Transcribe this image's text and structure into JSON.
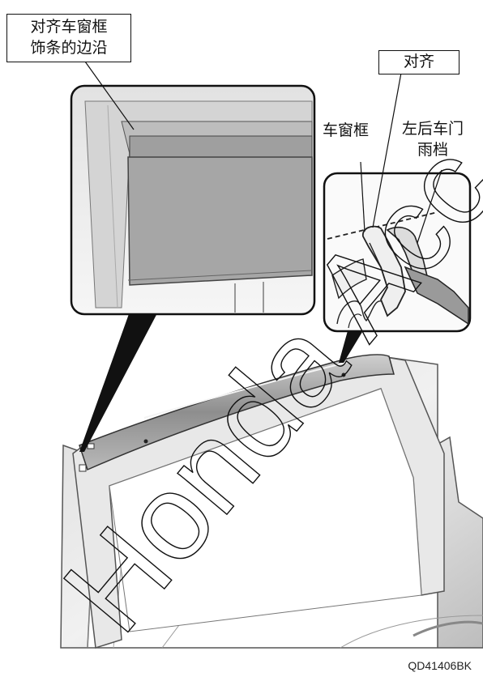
{
  "labels": {
    "align_trim_edge_line1": "对齐车窗框",
    "align_trim_edge_line2": "饰条的边沿",
    "align": "对齐",
    "window_frame": "车窗框",
    "rain_guard_line1": "左后车门",
    "rain_guard_line2": "雨档"
  },
  "figure_code": "QD41406BK",
  "watermark": "Honda Acc"
}
